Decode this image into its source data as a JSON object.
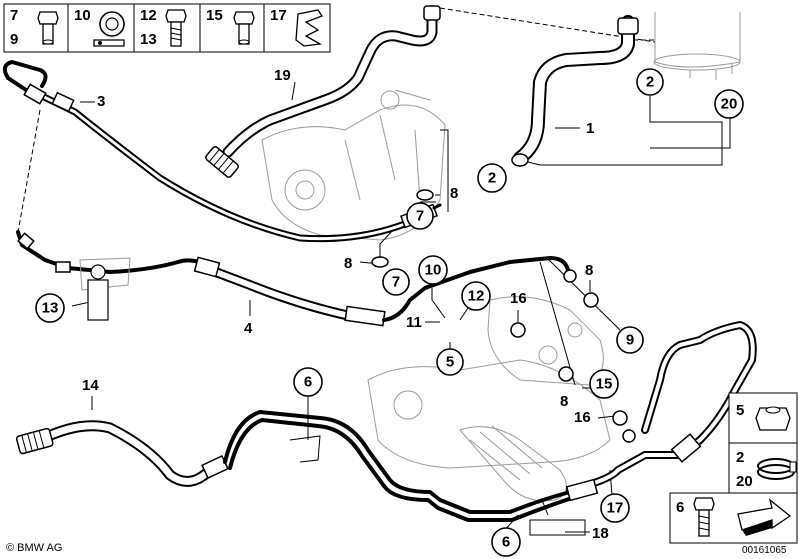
{
  "legend_top": [
    {
      "numbers": [
        "7",
        "9"
      ],
      "icon": "banjo-bolt-icon"
    },
    {
      "numbers": [
        "10"
      ],
      "icon": "hose-clamp-icon"
    },
    {
      "numbers": [
        "12",
        "13"
      ],
      "icon": "hex-bolt-icon"
    },
    {
      "numbers": [
        "15"
      ],
      "icon": "banjo-bolt-icon"
    },
    {
      "numbers": [
        "17"
      ],
      "icon": "spring-clip-icon"
    }
  ],
  "legend_right": [
    {
      "numbers": [
        "5"
      ],
      "icon": "hex-nut-icon"
    },
    {
      "numbers": [
        "2",
        "20"
      ],
      "icon": "hose-clamp-band-icon"
    },
    {
      "numbers": [
        "6"
      ],
      "icon": "hex-bolt-icon"
    }
  ],
  "callouts": {
    "c1": "1",
    "c2a": "2",
    "c2b": "2",
    "c3": "3",
    "c4": "4",
    "c5": "5",
    "c6a": "6",
    "c6b": "6",
    "c7a": "7",
    "c7b": "7",
    "c8a": "8",
    "c8b": "8",
    "c8c": "8",
    "c8d": "8",
    "c9": "9",
    "c10": "10",
    "c11": "11",
    "c12": "12",
    "c13": "13",
    "c14": "14",
    "c15": "15",
    "c16a": "16",
    "c16b": "16",
    "c17": "17",
    "c18": "18",
    "c19": "19",
    "c20": "20"
  },
  "footer": {
    "brand": "© BMW AG",
    "diagram_id": "00161065"
  },
  "colors": {
    "line": "#000000",
    "background": "#ffffff",
    "ghost": "#9a9a9a"
  }
}
